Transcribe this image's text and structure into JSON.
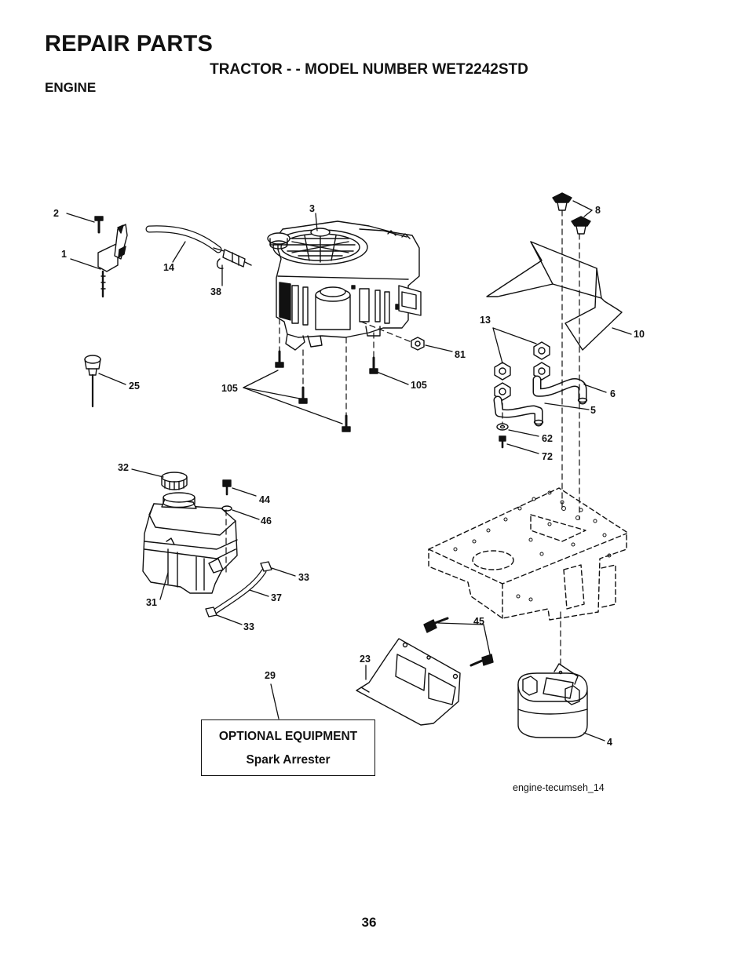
{
  "header": {
    "title": "REPAIR PARTS",
    "subtitle": "TRACTOR - - MODEL NUMBER WET2242STD",
    "section": "ENGINE"
  },
  "callouts": [
    "1",
    "2",
    "3",
    "4",
    "5",
    "6",
    "8",
    "10",
    "13",
    "14",
    "23",
    "25",
    "29",
    "31",
    "32",
    "33",
    "33",
    "37",
    "38",
    "44",
    "45",
    "46",
    "62",
    "72",
    "81",
    "105",
    "105"
  ],
  "optional_box": {
    "title": "OPTIONAL EQUIPMENT",
    "item": "Spark Arrester"
  },
  "caption": "engine-tecumseh_14",
  "page_number": "36"
}
